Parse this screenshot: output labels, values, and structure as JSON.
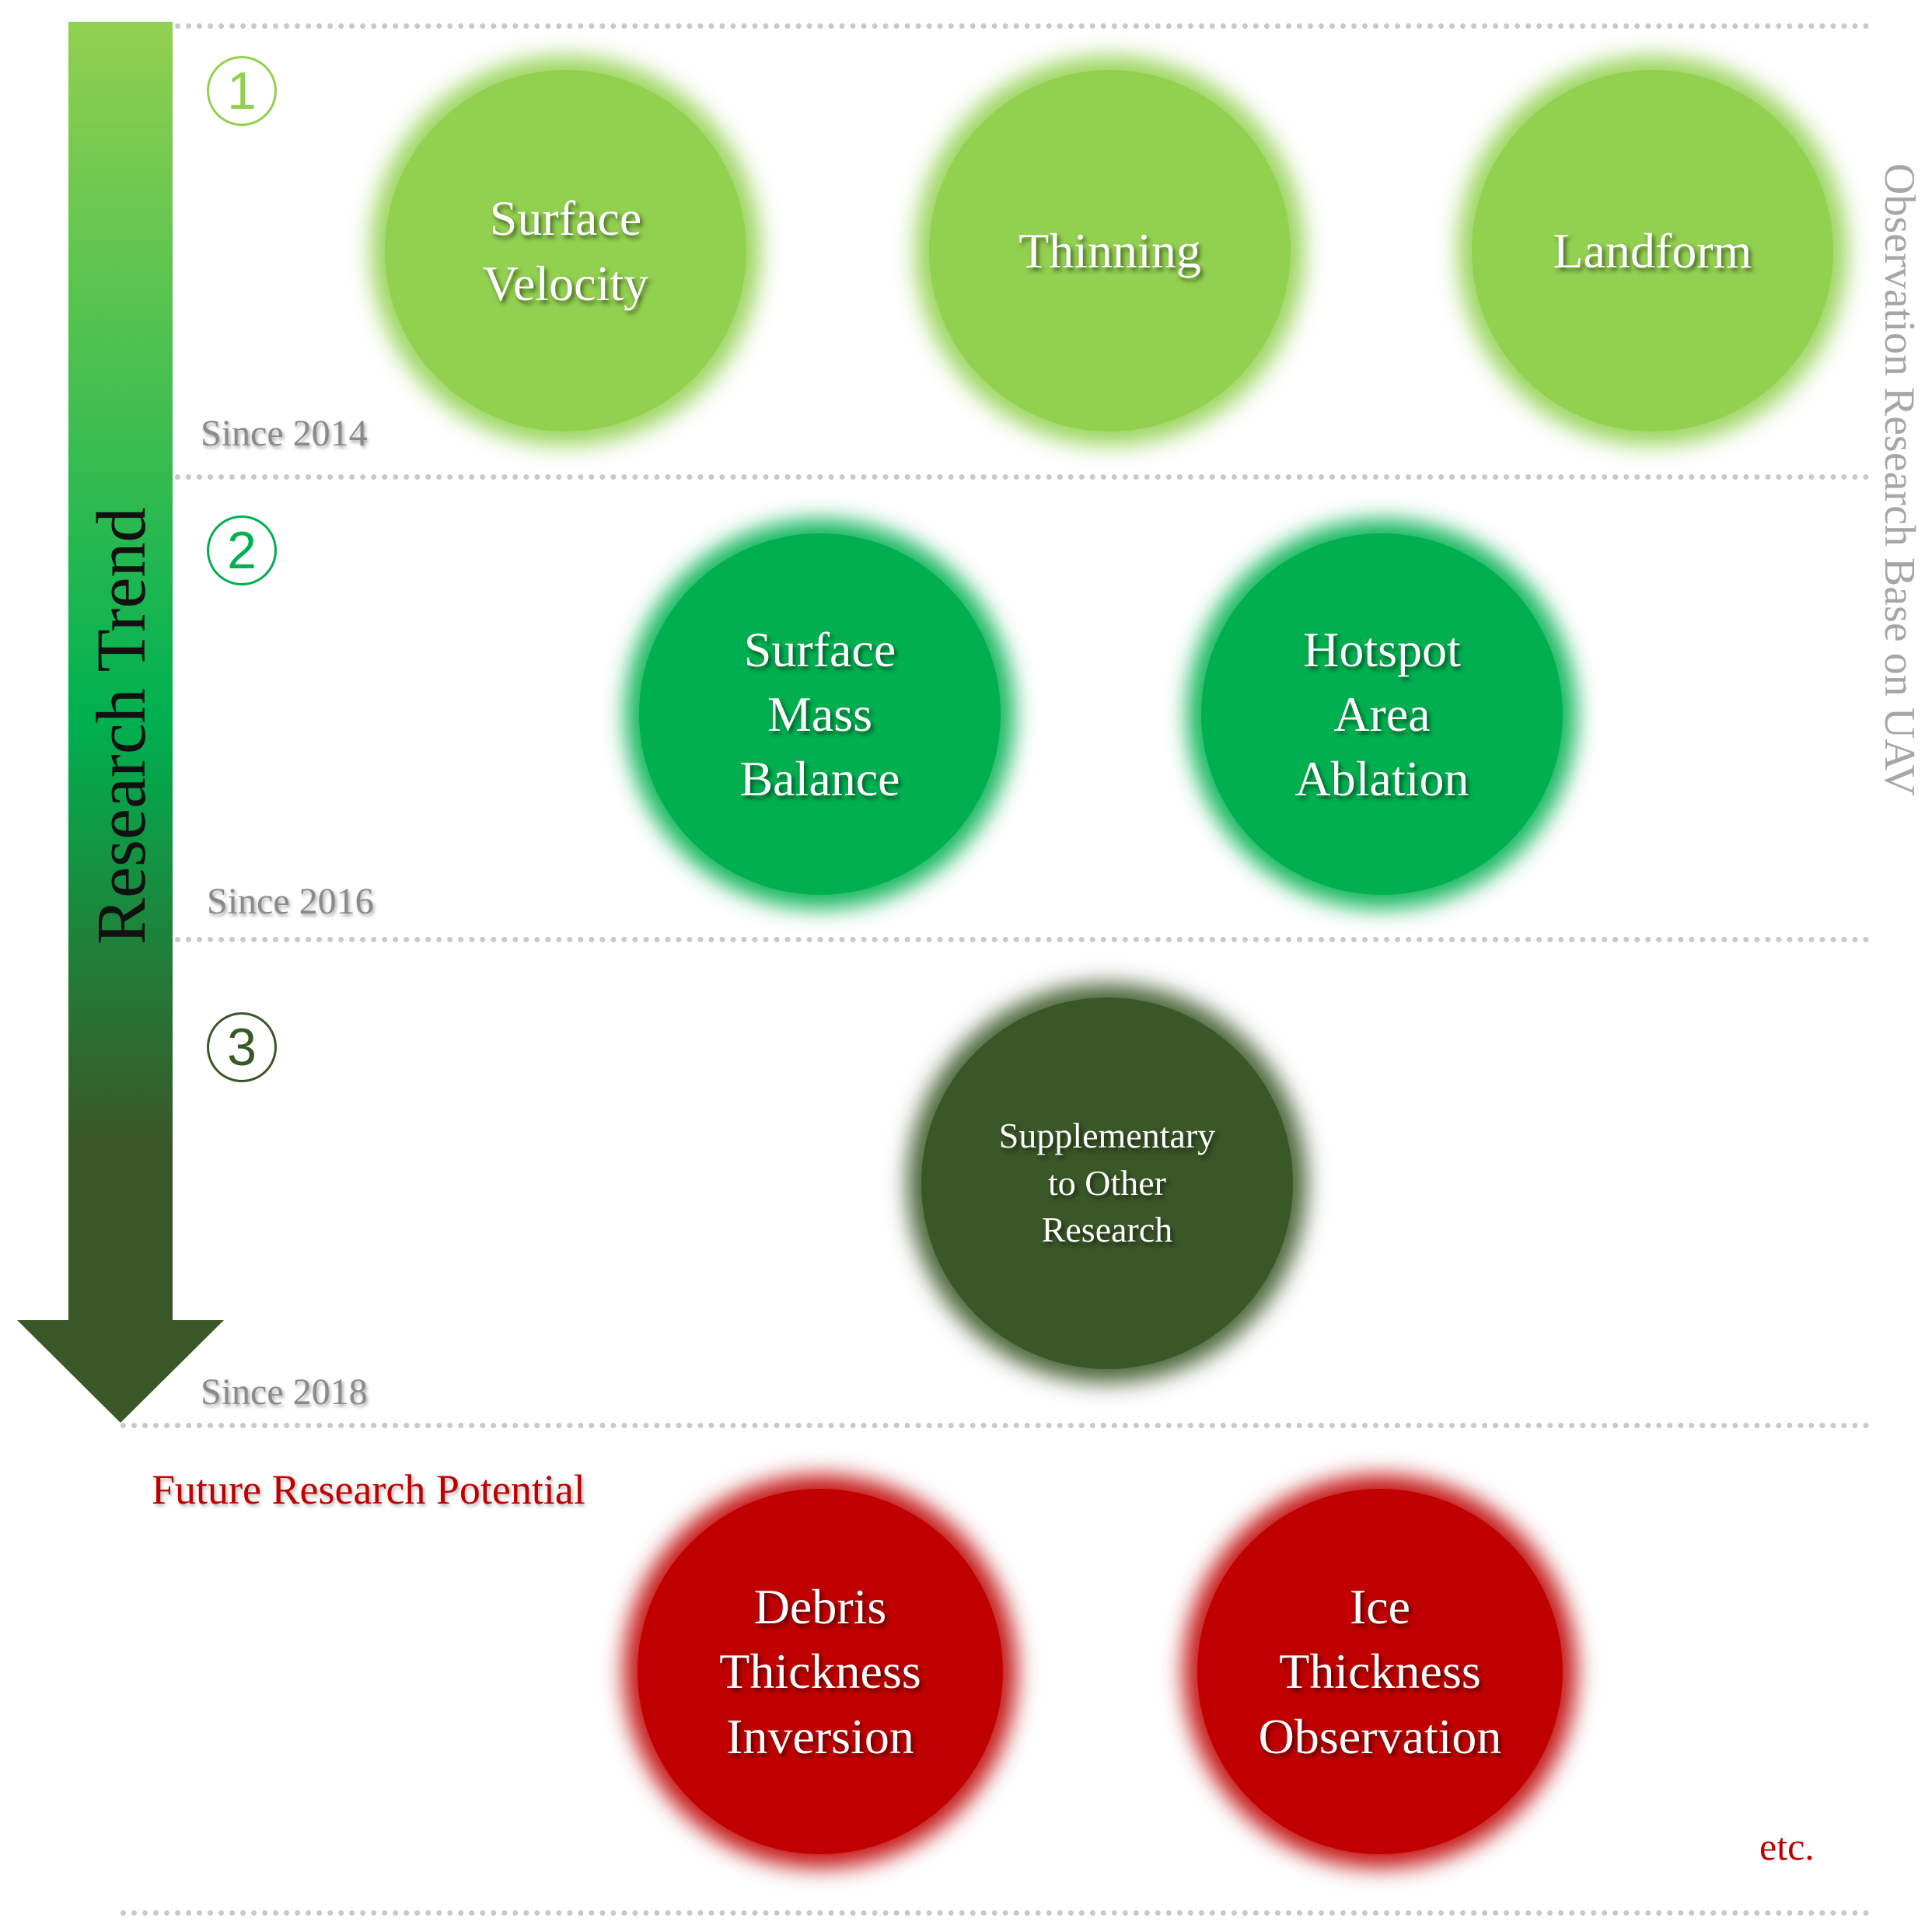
{
  "side_label": "Observation Research Base on UAV",
  "trend_label": "Research Trend",
  "colors": {
    "stage1": "#92d050",
    "stage2": "#00b050",
    "stage3": "#3a5727",
    "future": "#c00000",
    "arrow_top": "#92d050",
    "arrow_mid": "#00b050",
    "arrow_bottom": "#3a5727"
  },
  "stages": [
    {
      "number": "1",
      "since": "Since 2014",
      "items": [
        "Surface\nVelocity",
        "Thinning",
        "Landform"
      ]
    },
    {
      "number": "2",
      "since": "Since 2016",
      "items": [
        "Surface\nMass\nBalance",
        "Hotspot\nArea\nAblation"
      ]
    },
    {
      "number": "3",
      "since": "Since 2018",
      "items": [
        "Supplementary\nto Other\nResearch"
      ]
    }
  ],
  "future": {
    "title": "Future Research Potential",
    "items": [
      "Debris\nThickness\nInversion",
      "Ice\nThickness\nObservation"
    ],
    "etc": "etc."
  }
}
